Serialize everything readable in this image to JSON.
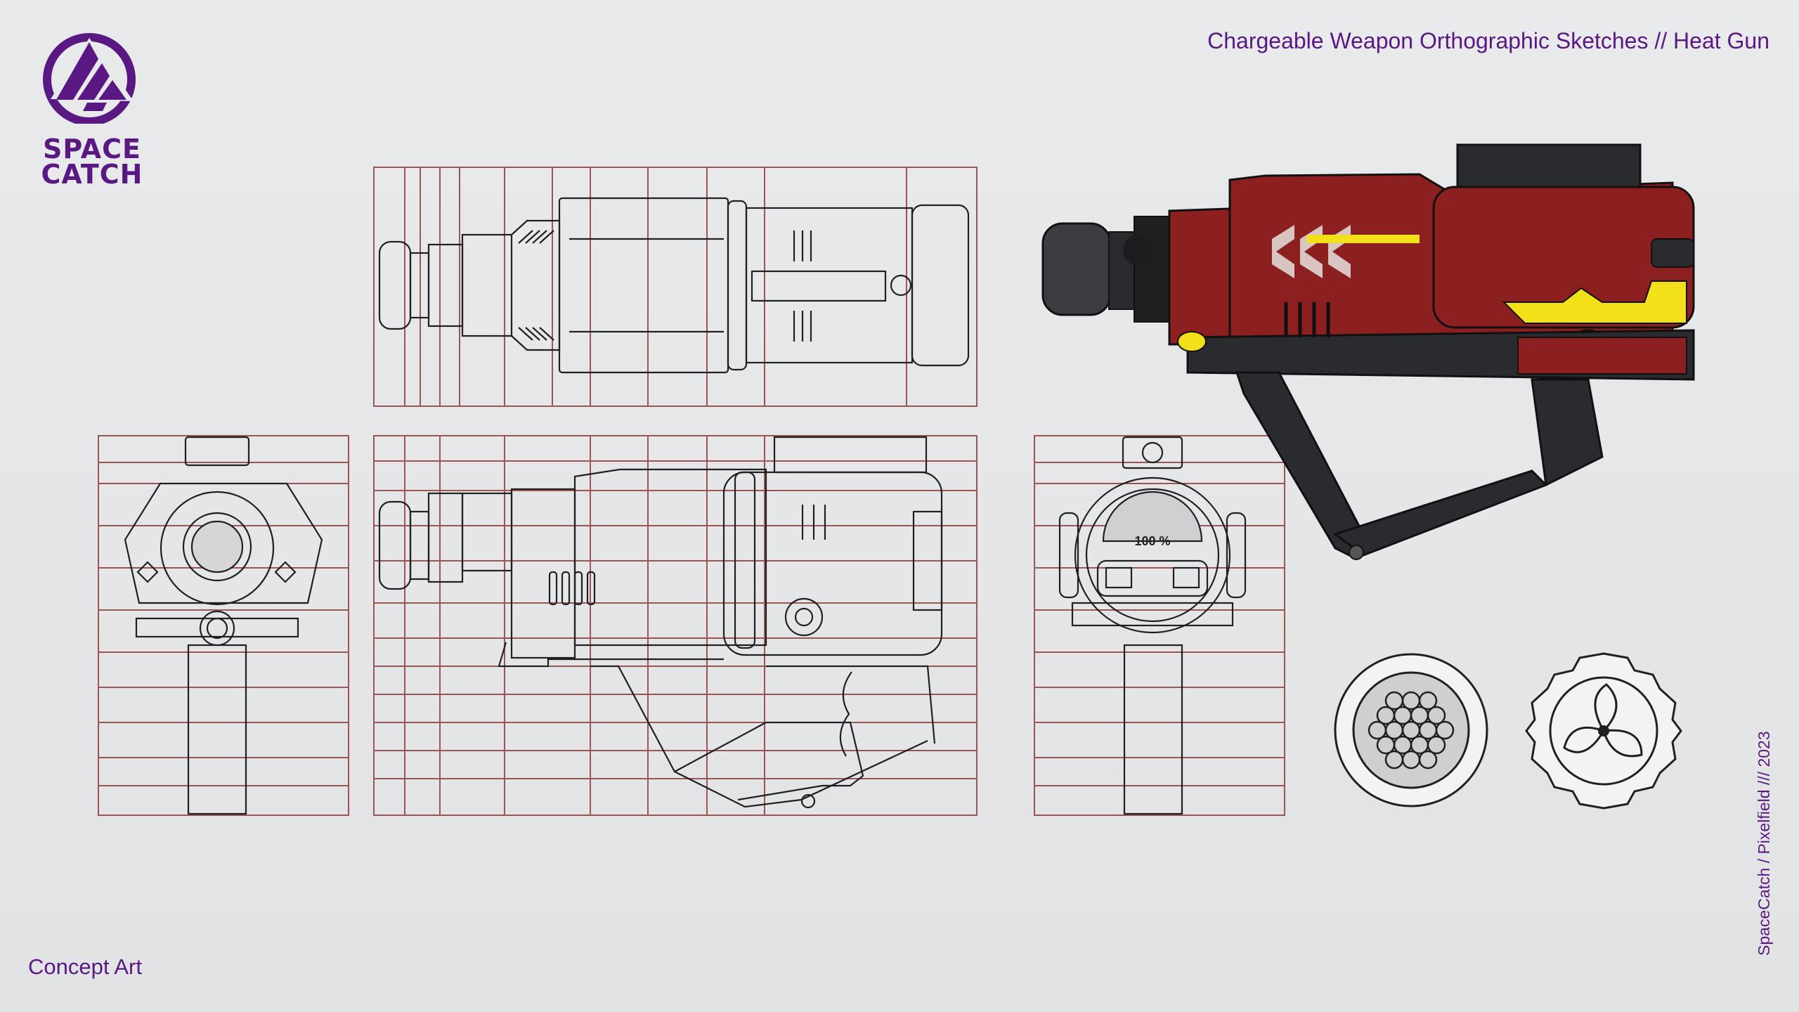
{
  "brand": {
    "line1": "SPACE",
    "line2": "CATCH",
    "logo_icon": "space-catch-emblem",
    "color": "#5a1883"
  },
  "header": {
    "title": "Chargeable Weapon Orthographic Sketches // Heat Gun"
  },
  "footer": {
    "label": "Concept Art",
    "credit": "SpaceCatch / Pixelfield /// 2023"
  },
  "views": {
    "side_gauge_readout": "100 %"
  },
  "colors": {
    "accent_text": "#5a1883",
    "guide_lines": "#9a5554",
    "weapon_body": "#8c1f20",
    "weapon_highlight": "#f2e11a",
    "weapon_dark": "#2a2b2e"
  }
}
